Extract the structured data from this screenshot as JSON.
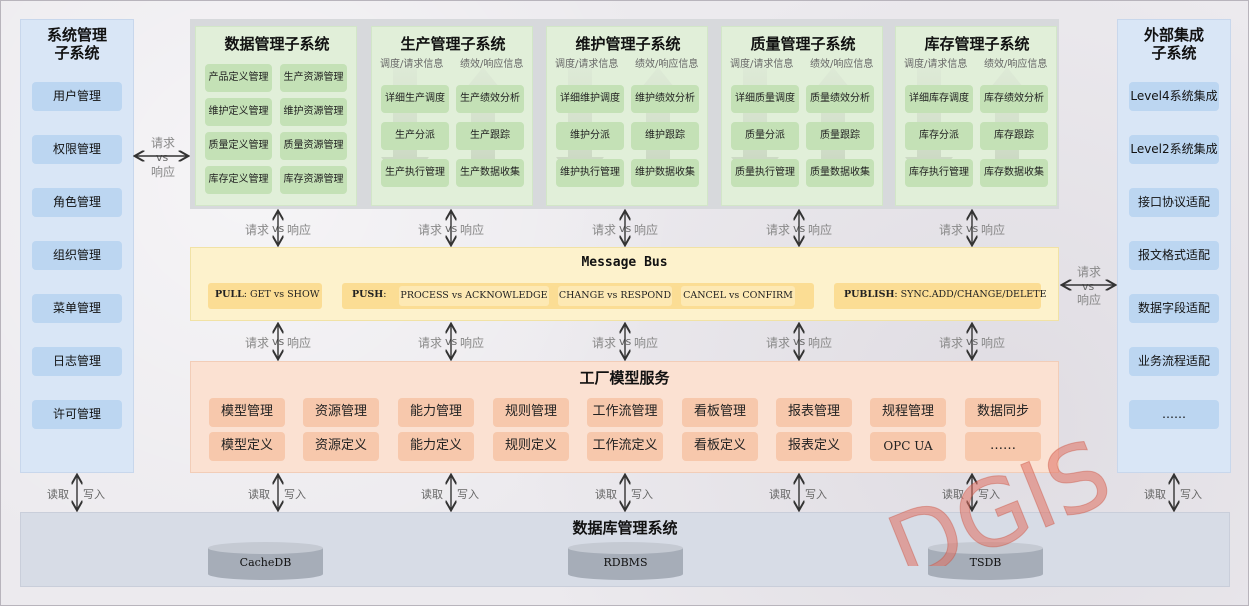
{
  "left_panel": {
    "title_line1": "系统管理",
    "title_line2": "子系统",
    "items": [
      "用户管理",
      "权限管理",
      "角色管理",
      "组织管理",
      "菜单管理",
      "日志管理",
      "许可管理"
    ]
  },
  "right_panel": {
    "title_line1": "外部集成",
    "title_line2": "子系统",
    "items": [
      "Level4系统集成",
      "Level2系统集成",
      "接口协议适配",
      "报文格式适配",
      "数据字段适配",
      "业务流程适配",
      "……"
    ]
  },
  "subsystems": [
    {
      "title": "数据管理子系统",
      "hint_left": "",
      "hint_right": "",
      "rows": [
        [
          "产品定义管理",
          "生产资源管理"
        ],
        [
          "维护定义管理",
          "维护资源管理"
        ],
        [
          "质量定义管理",
          "质量资源管理"
        ],
        [
          "库存定义管理",
          "库存资源管理"
        ]
      ]
    },
    {
      "title": "生产管理子系统",
      "hint_left": "调度/请求信息",
      "hint_right": "绩效/响应信息",
      "rows": [
        [
          "详细生产调度",
          "生产绩效分析"
        ],
        [
          "生产分派",
          "生产跟踪"
        ],
        [
          "生产执行管理",
          "生产数据收集"
        ]
      ]
    },
    {
      "title": "维护管理子系统",
      "hint_left": "调度/请求信息",
      "hint_right": "绩效/响应信息",
      "rows": [
        [
          "详细维护调度",
          "维护绩效分析"
        ],
        [
          "维护分派",
          "维护跟踪"
        ],
        [
          "维护执行管理",
          "维护数据收集"
        ]
      ]
    },
    {
      "title": "质量管理子系统",
      "hint_left": "调度/请求信息",
      "hint_right": "绩效/响应信息",
      "rows": [
        [
          "详细质量调度",
          "质量绩效分析"
        ],
        [
          "质量分派",
          "质量跟踪"
        ],
        [
          "质量执行管理",
          "质量数据收集"
        ]
      ]
    },
    {
      "title": "库存管理子系统",
      "hint_left": "调度/请求信息",
      "hint_right": "绩效/响应信息",
      "rows": [
        [
          "详细库存调度",
          "库存绩效分析"
        ],
        [
          "库存分派",
          "库存跟踪"
        ],
        [
          "库存执行管理",
          "库存数据收集"
        ]
      ]
    }
  ],
  "connector": {
    "request": "请求",
    "vs": "vs",
    "response": "响应",
    "read": "读取",
    "write": "写入"
  },
  "message_bus": {
    "title": "Message Bus",
    "pull_key": "PULL",
    "pull_value": "GET vs SHOW",
    "push_key": "PUSH",
    "push_items": [
      "PROCESS vs ACKNOWLEDGE",
      "CHANGE vs RESPOND",
      "CANCEL vs CONFIRM"
    ],
    "publish_key": "PUBLISH",
    "publish_value": "SYNC.ADD/CHANGE/DELETE"
  },
  "factory": {
    "title": "工厂模型服务",
    "row1": [
      "模型管理",
      "资源管理",
      "能力管理",
      "规则管理",
      "工作流管理",
      "看板管理",
      "报表管理",
      "规程管理",
      "数据同步"
    ],
    "row2": [
      "模型定义",
      "资源定义",
      "能力定义",
      "规则定义",
      "工作流定义",
      "看板定义",
      "报表定义",
      "OPC UA",
      "……"
    ]
  },
  "database": {
    "title": "数据库管理系统",
    "stores": [
      "CacheDB",
      "RDBMS",
      "TSDB"
    ]
  },
  "watermark": "DGIS",
  "colors": {
    "blue_panel": "#d9e6f6",
    "blue_button": "#bcd6f1",
    "green_panel": "#e1efd9",
    "green_button": "#c4e1b6",
    "bus_panel": "#fdf2cc",
    "bus_box": "#fbdd94",
    "factory_panel": "#fbe1d2",
    "factory_button": "#f7c8ac",
    "db_panel": "#d7dce6",
    "watermark": "#e07060"
  }
}
